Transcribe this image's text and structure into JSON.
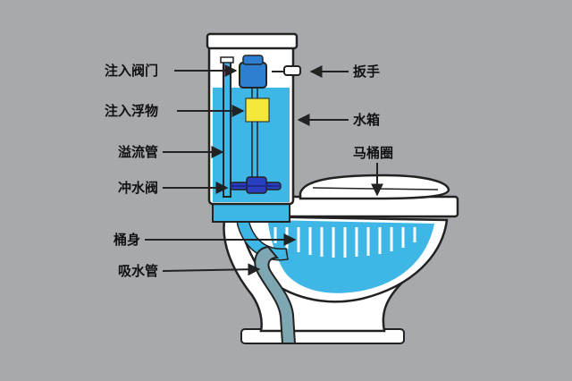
{
  "labels": {
    "fill_valve": "注入阀门",
    "float": "注入浮物",
    "overflow_pipe": "溢流管",
    "flush_valve": "冲水阀",
    "body": "桶身",
    "siphon": "吸水管",
    "handle": "扳手",
    "tank": "水箱",
    "seat": "马桶圈"
  },
  "colors": {
    "background": "#a7a9ac",
    "water": "#3fb7e6",
    "porcelain": "#ffffff",
    "outline": "#222222",
    "valve": "#2f7fd0",
    "flush_valve": "#2a3fc0",
    "float": "#f6e83a",
    "pipe": "#7fa7b3"
  }
}
